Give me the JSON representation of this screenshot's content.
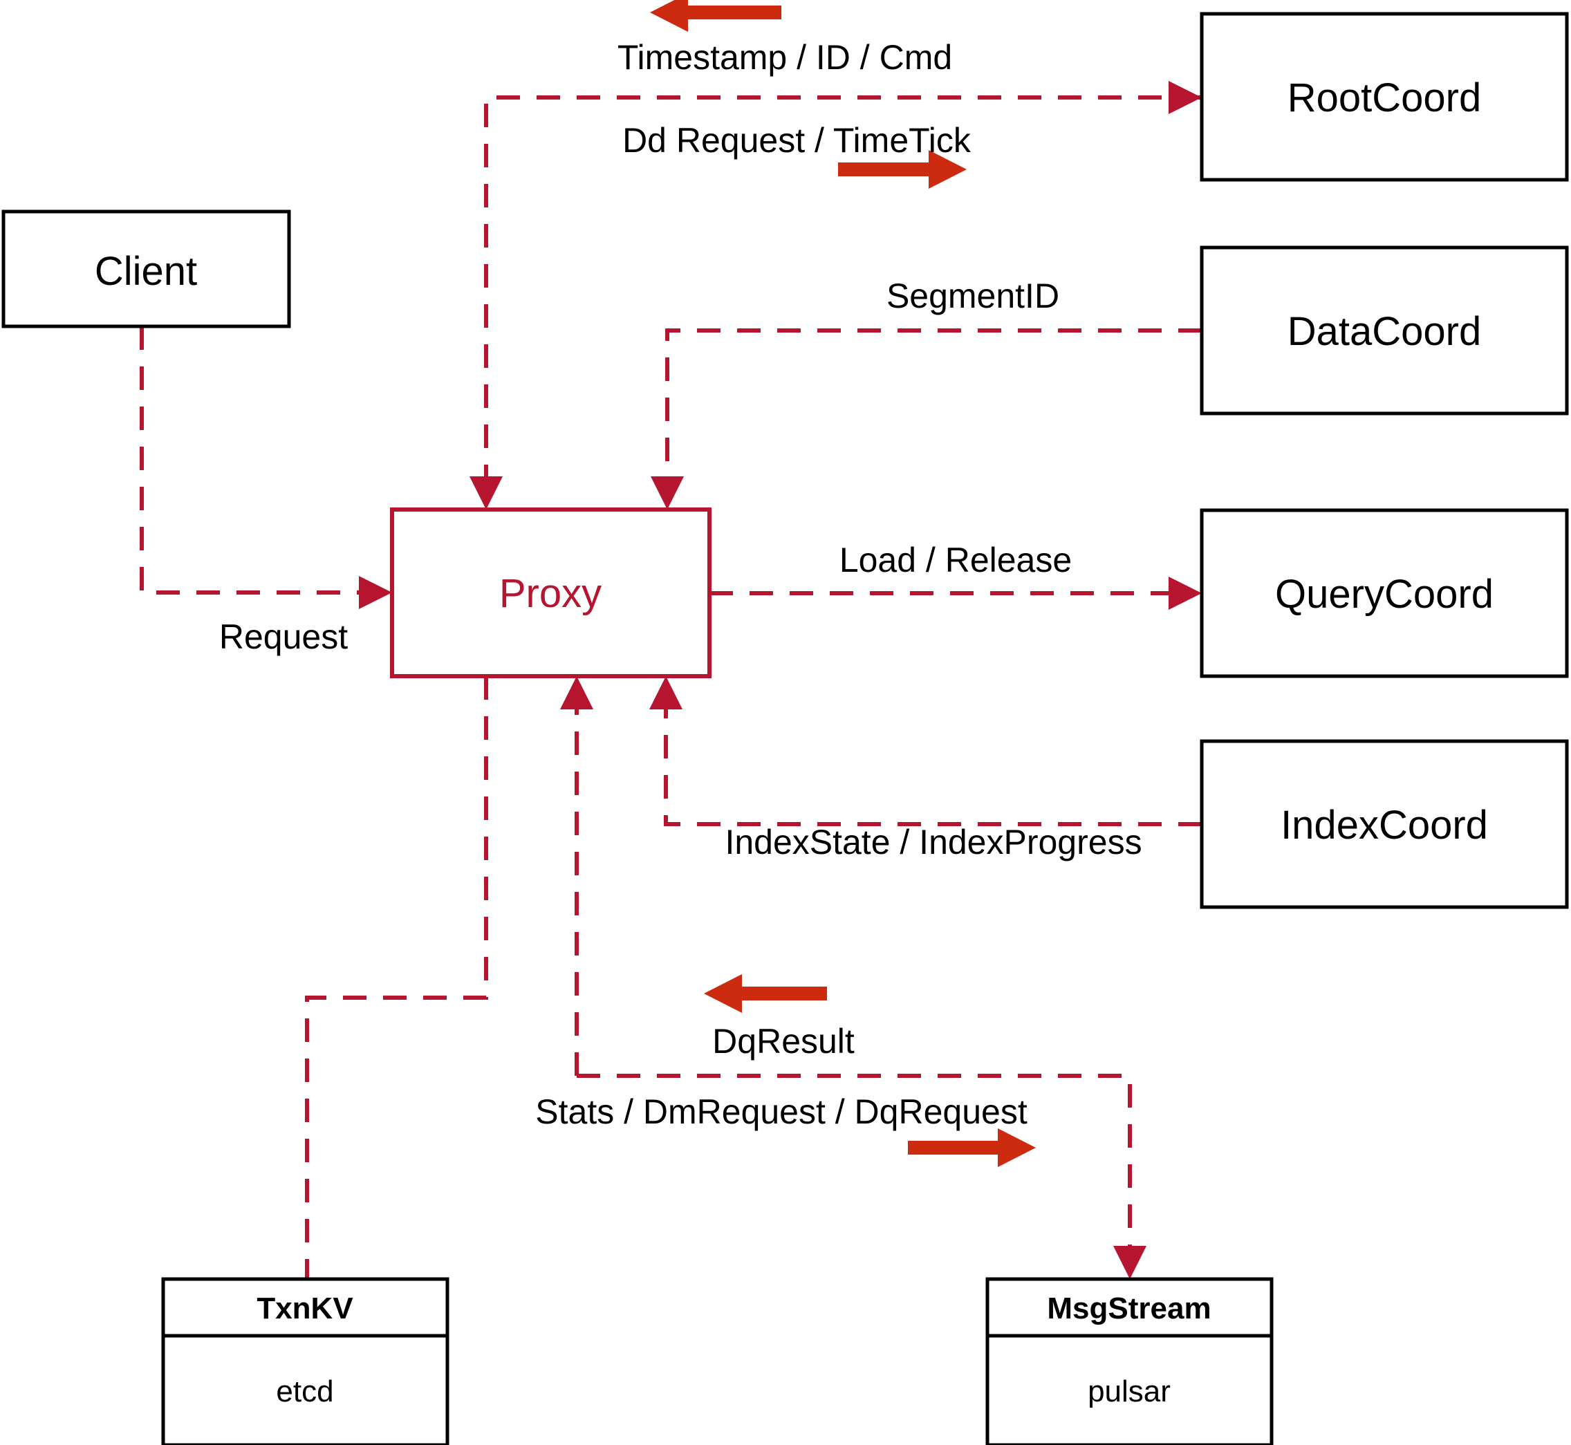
{
  "diagram": {
    "title": "Milvus Proxy Interaction Diagram",
    "colors": {
      "line": "#b5152e",
      "arrow_accent": "#cc2b10",
      "box_border": "#000000",
      "background": "#ffffff"
    },
    "nodes": [
      {
        "id": "client",
        "label": "Client",
        "style": "black"
      },
      {
        "id": "proxy",
        "label": "Proxy",
        "style": "red"
      },
      {
        "id": "rootcoord",
        "label": "RootCoord",
        "style": "black"
      },
      {
        "id": "datacoord",
        "label": "DataCoord",
        "style": "black"
      },
      {
        "id": "querycoord",
        "label": "QueryCoord",
        "style": "black"
      },
      {
        "id": "indexcoord",
        "label": "IndexCoord",
        "style": "black"
      },
      {
        "id": "txnkv",
        "label": "TxnKV",
        "sublabel": "etcd",
        "style": "split"
      },
      {
        "id": "msgstream",
        "label": "MsgStream",
        "sublabel": "pulsar",
        "style": "split"
      }
    ],
    "edges": [
      {
        "id": "rootcoord-to-proxy",
        "label": "Timestamp / ID / Cmd",
        "from": "rootcoord",
        "to": "proxy",
        "direction": "left"
      },
      {
        "id": "proxy-to-rootcoord",
        "label": "Dd Request / TimeTick",
        "from": "proxy",
        "to": "rootcoord",
        "direction": "right"
      },
      {
        "id": "datacoord-to-proxy",
        "label": "SegmentID",
        "from": "datacoord",
        "to": "proxy",
        "direction": "left"
      },
      {
        "id": "client-to-proxy",
        "label": "Request",
        "from": "client",
        "to": "proxy",
        "direction": "right"
      },
      {
        "id": "proxy-to-querycoord",
        "label": "Load / Release",
        "from": "proxy",
        "to": "querycoord",
        "direction": "right"
      },
      {
        "id": "indexcoord-to-proxy",
        "label": "IndexState / IndexProgress",
        "from": "indexcoord",
        "to": "proxy",
        "direction": "left"
      },
      {
        "id": "msgstream-to-proxy",
        "label": "DqResult",
        "from": "msgstream",
        "to": "proxy",
        "direction": "left"
      },
      {
        "id": "proxy-to-msgstream",
        "label": "Stats / DmRequest / DqRequest",
        "from": "proxy",
        "to": "msgstream",
        "direction": "right"
      },
      {
        "id": "proxy-to-txnkv",
        "label": "",
        "from": "proxy",
        "to": "txnkv",
        "direction": "down"
      }
    ]
  }
}
